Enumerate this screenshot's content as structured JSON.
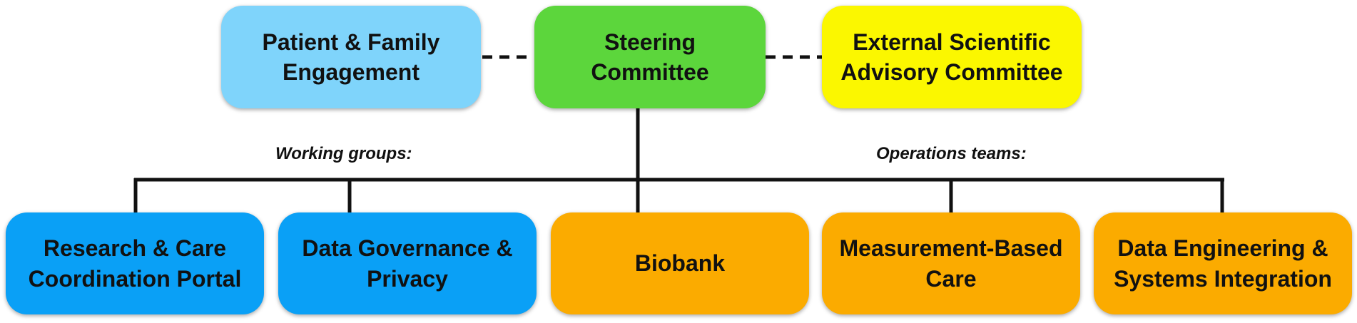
{
  "colors": {
    "patient": "#7fd4fb",
    "steering": "#5cd63c",
    "advisory": "#fbf700",
    "working": "#0aa0f6",
    "operations": "#fbab00",
    "line": "#111111"
  },
  "top": {
    "patient": "Patient & Family\nEngagement",
    "steering": "Steering\nCommittee",
    "advisory": "External Scientific\nAdvisory Committee"
  },
  "labels": {
    "working": "Working groups:",
    "operations": "Operations teams:"
  },
  "bottom": {
    "portal": "Research & Care\nCoordination Portal",
    "governance": "Data Governance &\nPrivacy",
    "biobank": "Biobank",
    "mbc": "Measurement-Based\nCare",
    "engineering": "Data Engineering &\nSystems Integration"
  }
}
